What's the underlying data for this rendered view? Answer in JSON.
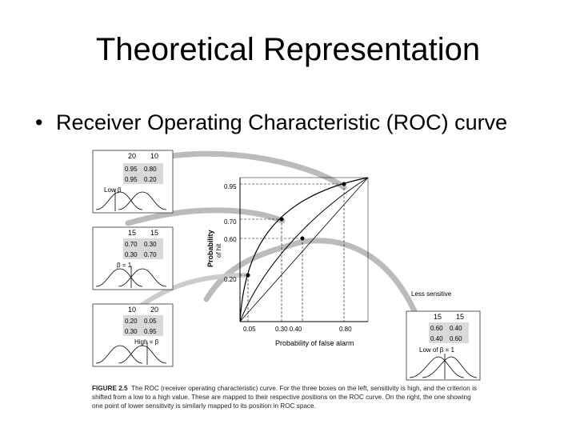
{
  "slide": {
    "title": "Theoretical Representation",
    "bullet": "Receiver Operating Characteristic (ROC) curve"
  },
  "figure": {
    "panels": [
      {
        "headers": [
          "20",
          "10"
        ],
        "row1": [
          "0.95",
          "0.80"
        ],
        "row2": [
          "0.95",
          "0.20"
        ],
        "beta": "Low β"
      },
      {
        "headers": [
          "15",
          "15"
        ],
        "row1": [
          "0.70",
          "0.30"
        ],
        "row2": [
          "0.30",
          "0.70"
        ],
        "beta": "β = 1"
      },
      {
        "headers": [
          "10",
          "20"
        ],
        "row1": [
          "0.20",
          "0.05"
        ],
        "row2": [
          "0.30",
          "0.95"
        ],
        "beta": "High = β"
      }
    ],
    "right_panel": {
      "headers": [
        "15",
        "15"
      ],
      "row1": [
        "0.60",
        "0.40"
      ],
      "row2": [
        "0.40",
        "0.60"
      ],
      "beta": "Low of β = 1",
      "label": "Less sensitive"
    },
    "y_axis_label": "Probability",
    "y_axis_label2": "of hit",
    "x_axis_label": "Probability of false alarm",
    "y_ticks": [
      "0.95",
      "0.70",
      "0.60",
      "0.20"
    ],
    "x_ticks": [
      "0.05",
      "0.30 0.40",
      "0.80"
    ],
    "caption_lead": "FIGURE 2.5",
    "caption_text": "The ROC (receiver operating characteristic) curve. For the three boxes on the left, sensitivity is high, and the criterion is shifted from a low to a high value. These are mapped to their respective positions on the ROC curve. On the right, the one showing one point of lower sensitivity is similarly mapped to its position in ROC space."
  }
}
